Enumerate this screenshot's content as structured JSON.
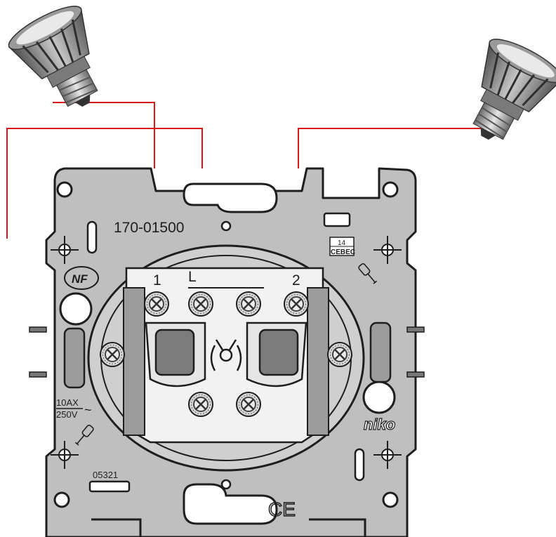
{
  "colors": {
    "wire": "#d7191c",
    "plate": "#bfbfbf",
    "plate_dark": "#9c9c9c",
    "outline": "#1e1e1e",
    "white_panel": "#f2f2f2",
    "screw": "#d8d8d8",
    "rocker": "#7c7c7c"
  },
  "device": {
    "model_number": "170-01500",
    "terminal_1": "1",
    "terminal_L": "L",
    "terminal_2": "2",
    "rating_current": "10AX",
    "rating_voltage": "250V",
    "rating_symbol": "~",
    "cebec_number": "14",
    "cebec_label": "CEBEC",
    "code_label": "05321",
    "nf_mark": "NF",
    "brand": "niko",
    "ce_mark": "CE"
  },
  "icons": {
    "lamp_left": "led-spot-bulb-icon",
    "lamp_right": "led-spot-bulb-icon",
    "schema": "two-way-switch-icon",
    "fixing": "screwdriver-icon"
  }
}
